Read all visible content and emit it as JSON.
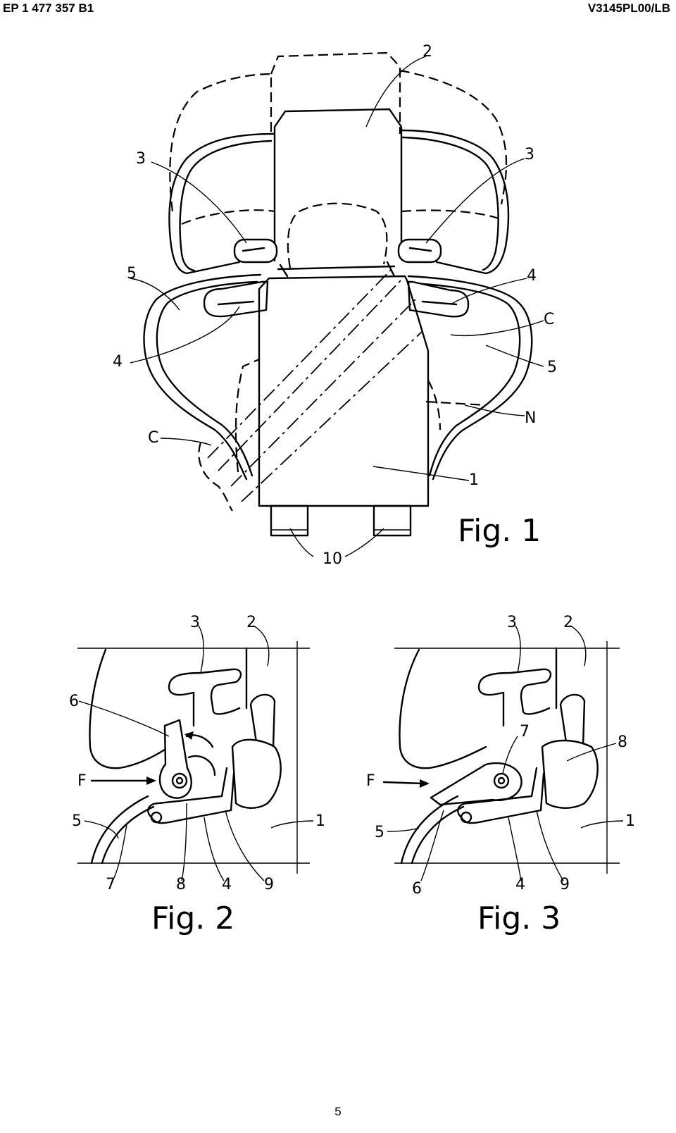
{
  "header": {
    "left": "EP 1 477 357 B1",
    "right": "V3145PL00/LB"
  },
  "page_number": "5",
  "fig1": {
    "caption": "Fig. 1",
    "refs": {
      "r2": "2",
      "r3a": "3",
      "r3b": "3",
      "r4a": "4",
      "r4b": "4",
      "r5a": "5",
      "r5b": "5",
      "rCa": "C",
      "rCb": "C",
      "rN": "N",
      "r1": "1",
      "r10": "10"
    }
  },
  "fig2": {
    "caption": "Fig. 2",
    "refs": {
      "r3": "3",
      "r2": "2",
      "r6": "6",
      "rF": "F",
      "r5": "5",
      "r1": "1",
      "r7": "7",
      "r8": "8",
      "r4": "4",
      "r9": "9"
    }
  },
  "fig3": {
    "caption": "Fig. 3",
    "refs": {
      "r3": "3",
      "r2": "2",
      "r7": "7",
      "r8": "8",
      "rF": "F",
      "r5": "5",
      "r1": "1",
      "r6": "6",
      "r4": "4",
      "r9": "9"
    }
  }
}
